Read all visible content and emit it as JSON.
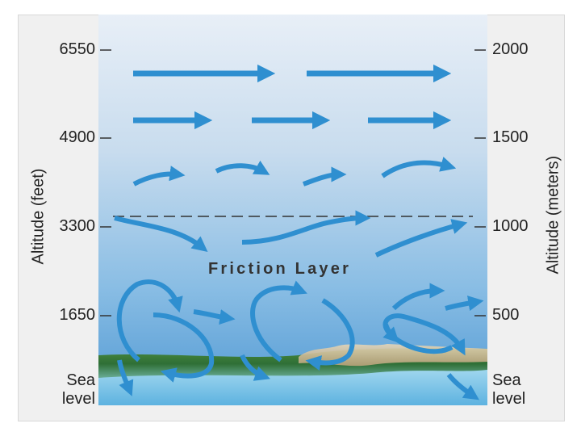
{
  "left_axis": {
    "title": "Altitude (feet)",
    "ticks": [
      "6550",
      "4900",
      "3300",
      "1650"
    ],
    "sea_level": [
      "Sea",
      "level"
    ]
  },
  "right_axis": {
    "title": "Altitude (meters)",
    "ticks": [
      "2000",
      "1500",
      "1000",
      "500"
    ],
    "sea_level": [
      "Sea",
      "level"
    ]
  },
  "friction_label": "Friction Layer",
  "colors": {
    "sky_top": "#e6eef6",
    "sky_bottom": "#5ea3d8",
    "arrow": "#2f8fd0",
    "ground": "#2e7a3e",
    "water": "#7cc4e8"
  }
}
